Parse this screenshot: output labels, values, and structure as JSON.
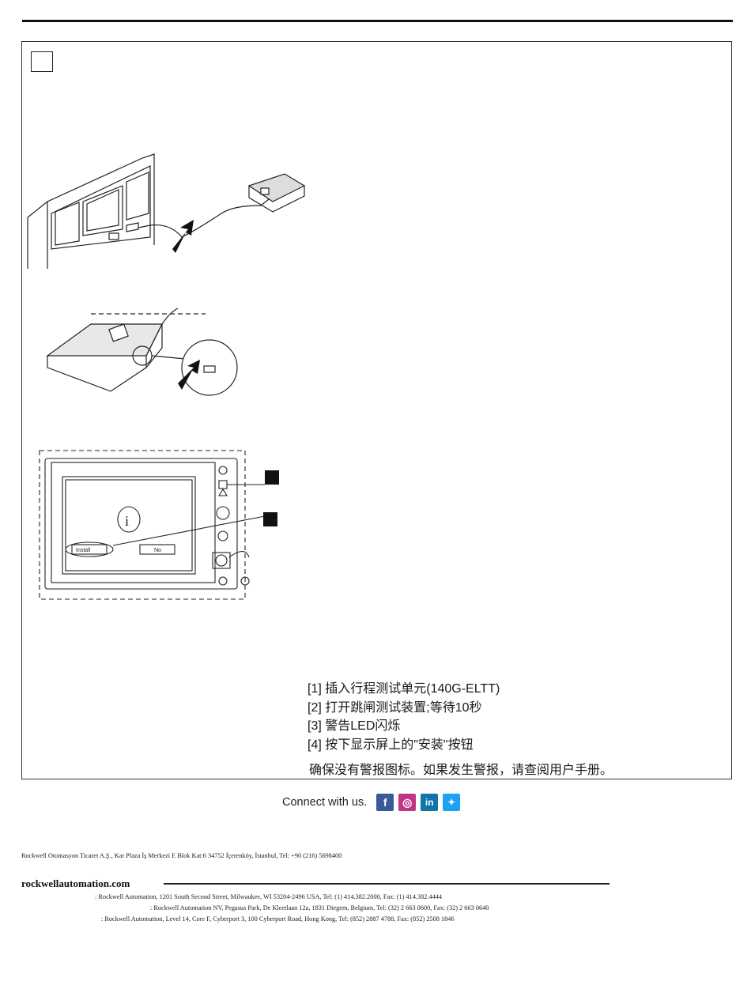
{
  "steps": [
    {
      "num": "[1]",
      "text": " 插入行程测试单元(140G-ELTT)"
    },
    {
      "num": "[2]",
      "text": " 打开跳闸测试装置;等待10秒"
    },
    {
      "num": "[3]",
      "text": " 警告LED闪烁"
    },
    {
      "num": "[4]",
      "text": " 按下显示屏上的\"安装\"按钮"
    }
  ],
  "note": "确保没有警报图标。如果发生警报，请查阅用户手册。",
  "figure3": {
    "install_label": "Install",
    "no_label": "No"
  },
  "social": {
    "label": "Connect with us.",
    "icons": [
      {
        "name": "facebook-icon",
        "glyph": "f",
        "color": "#3b5998"
      },
      {
        "name": "instagram-icon",
        "glyph": "◎",
        "color": "#c13584"
      },
      {
        "name": "linkedin-icon",
        "glyph": "in",
        "color": "#0e76a8"
      },
      {
        "name": "twitter-icon",
        "glyph": "🐦",
        "color": "#1da1f2"
      }
    ]
  },
  "footer": {
    "turkey_address": "Rockwell Otomasyon Ticaret A.Ş., Kar Plaza İş Merkezi E Blok Kat:6 34752 İçerenköy, İstanbul, Tel: +90 (216) 5698400",
    "website": "rockwellautomation.com",
    "americas": ": Rockwell Automation, 1201 South Second Street, Milwaukee, WI 53204-2496 USA, Tel: (1) 414.382.2000, Fax: (1) 414.382.4444",
    "europe": ": Rockwell Automation NV, Pegasus Park, De Kleetlaan 12a, 1831 Diegem, Belgium, Tel: (32) 2 663 0600, Fax: (32) 2 663 0640",
    "asia": ": Rockwell Automation, Level 14, Core F, Cyberport 3, 100 Cyberport Road, Hong Kong, Tel: (852) 2887 4788, Fax: (852) 2508 1846"
  }
}
